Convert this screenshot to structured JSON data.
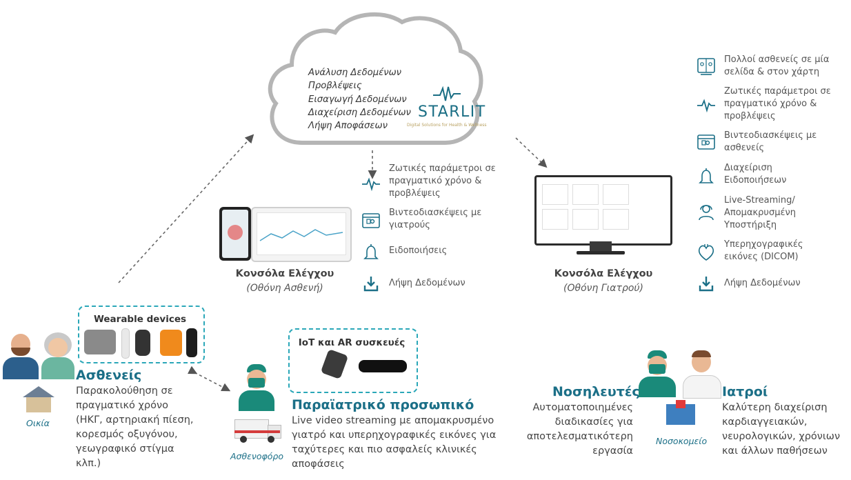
{
  "cloud": {
    "items": [
      "Ανάλυση Δεδομένων",
      "Προβλέψεις",
      "Εισαγωγή Δεδομένων",
      "Διαχείριση Δεδομένων",
      "Λήψη Αποφάσεων"
    ],
    "brand": "STARLIT",
    "brand_sub": "Digital Solutions for Health & Wellness"
  },
  "patient_console": {
    "features": [
      {
        "icon": "pulse-icon",
        "label": "Ζωτικές παράμετροι σε πραγματικό χρόνο & προβλέψεις"
      },
      {
        "icon": "video-call-icon",
        "label": "Βιντεοδιασκέψεις με γιατρούς"
      },
      {
        "icon": "bell-icon",
        "label": "Ειδοποιήσεις"
      },
      {
        "icon": "download-icon",
        "label": "Λήψη Δεδομένων"
      }
    ],
    "title": "Κονσόλα Ελέγχου",
    "subtitle": "(Οθόνη Ασθενή)"
  },
  "doctor_console": {
    "features": [
      {
        "icon": "patients-grid-icon",
        "label": "Πολλοί ασθενείς σε μία σελίδα & στον χάρτη"
      },
      {
        "icon": "pulse-icon",
        "label": "Ζωτικές παράμετροι σε πραγματικό χρόνο & προβλέψεις"
      },
      {
        "icon": "video-call-icon",
        "label": "Βιντεοδιασκέψεις με ασθενείς"
      },
      {
        "icon": "bell-icon",
        "label": "Διαχείριση Ειδοποιήσεων"
      },
      {
        "icon": "headset-support-icon",
        "label": "Live-Streaming/ Απομακρυσμένη Υποστήριξη"
      },
      {
        "icon": "heart-ultrasound-icon",
        "label": "Υπερηχογραφικές εικόνες (DICOM)"
      },
      {
        "icon": "download-icon",
        "label": "Λήψη Δεδομένων"
      }
    ],
    "title": "Κονσόλα Ελέγχου",
    "subtitle": "(Οθόνη Γιατρού)"
  },
  "wearables": {
    "title": "Wearable devices"
  },
  "iot": {
    "title": "IoT και AR συσκευές"
  },
  "patients": {
    "title": "Ασθενείς",
    "desc": "Παρακολούθηση σε πραγματικό χρόνο (ΗΚΓ, αρτηριακή πίεση, κορεσμός οξυγόνου, γεωγραφικό στίγμα κλπ.)",
    "place": "Οικία"
  },
  "paramedics": {
    "title": "Παραϊατρικό προσωπικό",
    "desc": "Live video streaming με απομακρυσμένο γιατρό και υπερηχογραφικές εικόνες για ταχύτερες και πιο ασφαλείς κλινικές αποφάσεις",
    "place": "Ασθενοφόρο"
  },
  "nurses": {
    "title": "Νοσηλευτές",
    "desc": "Αυτοματοποιημένες διαδικασίες για αποτελεσματικότερη εργασία"
  },
  "hospital": {
    "place": "Νοσοκομείο"
  },
  "doctors": {
    "title": "Ιατροί",
    "desc": "Καλύτερη διαχείριση καρδιαγγειακών, νευρολογικών, χρόνιων και άλλων παθήσεων"
  },
  "colors": {
    "accent": "#1b6f87",
    "dashed": "#2aa7b8"
  }
}
